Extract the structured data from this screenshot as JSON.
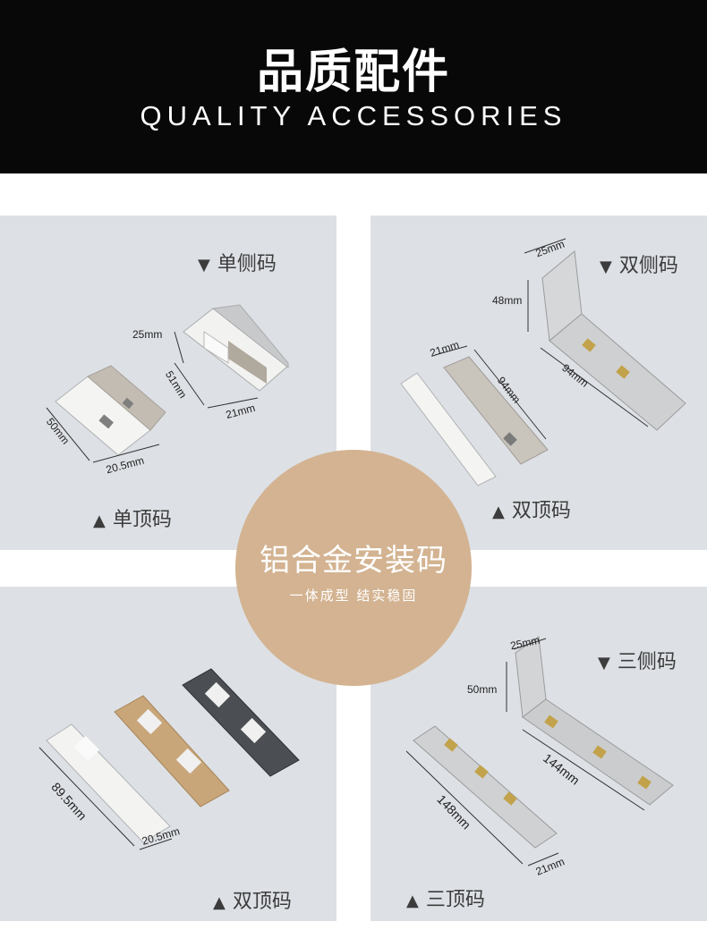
{
  "header": {
    "title_zh": "品质配件",
    "title_en": "QUALITY ACCESSORIES"
  },
  "center": {
    "title": "铝合金安装码",
    "subtitle": "一体成型 结实稳固"
  },
  "panels": [
    {
      "labels": [
        "单侧码",
        "单顶码"
      ],
      "dimensions": [
        "25mm",
        "51mm",
        "21mm",
        "50mm",
        "20.5mm"
      ]
    },
    {
      "labels": [
        "双侧码",
        "双顶码"
      ],
      "dimensions": [
        "25mm",
        "48mm",
        "94mm",
        "21mm",
        "94mm"
      ]
    },
    {
      "labels": [
        "双顶码"
      ],
      "dimensions": [
        "89.5mm",
        "20.5mm"
      ]
    },
    {
      "labels": [
        "三侧码",
        "三顶码"
      ],
      "dimensions": [
        "25mm",
        "50mm",
        "144mm",
        "148mm",
        "21mm"
      ]
    }
  ],
  "icons": {
    "down": "triangle-down-icon",
    "up": "triangle-up-icon"
  },
  "colors": {
    "header_bg": "#080808",
    "panel_bg": "#dde0e5",
    "circle": "#d3b391"
  }
}
